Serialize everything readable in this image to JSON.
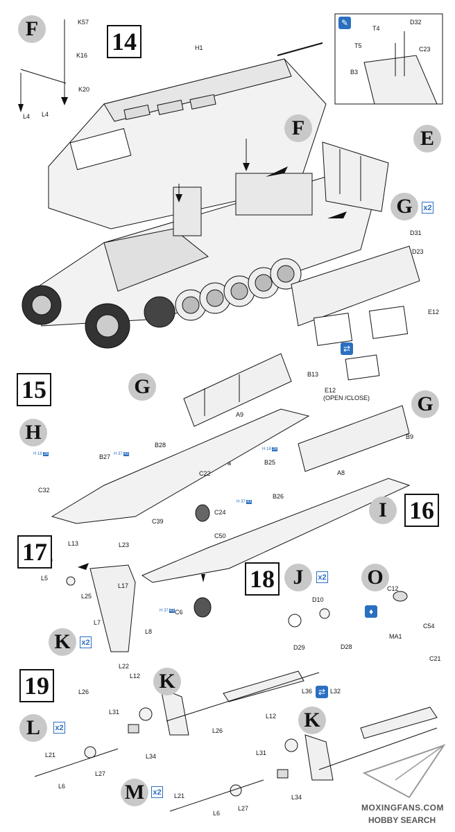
{
  "steps": {
    "s14": "14",
    "s15": "15",
    "s16": "16",
    "s17": "17",
    "s18": "18",
    "s19": "19"
  },
  "subassemblies": {
    "F1": "F",
    "E": "E",
    "G1": "G",
    "F2": "F",
    "G2": "G",
    "G3": "G",
    "H": "H",
    "I": "I",
    "J": "J",
    "O": "O",
    "K1": "K",
    "K2": "K",
    "K3": "K",
    "L": "L",
    "M": "M"
  },
  "multipliers": {
    "G1": "x2",
    "J": "x2",
    "K1": "x2",
    "L": "x2",
    "M": "x2"
  },
  "step14_labels": {
    "K57": "K57",
    "K16": "K16",
    "K20": "K20",
    "L4a": "L4",
    "L4b": "L4",
    "H1": "H1",
    "T4": "T4",
    "D32": "D32",
    "T5": "T5",
    "C23": "C23",
    "B3": "B3",
    "D31": "D31",
    "D23": "D23",
    "E12a": "E12",
    "E12b": "E12",
    "E12_note": "(OPEN /CLOSE)"
  },
  "step15_labels": {
    "B13": "B13",
    "A9": "A9",
    "B28": "B28",
    "B27": "B27",
    "C32": "C32",
    "C22": "C22",
    "a": "a",
    "C39": "C39",
    "C24": "C24",
    "C50": "C50",
    "C6": "C6"
  },
  "step16_labels": {
    "B9": "B9",
    "B25": "B25",
    "A8": "A8",
    "B26": "B26"
  },
  "step17_labels": {
    "L13": "L13",
    "L23": "L23",
    "L5": "L5",
    "L25": "L25",
    "L17": "L17",
    "L7": "L7",
    "L8": "L8",
    "L22": "L22"
  },
  "step18_labels": {
    "D10": "D10",
    "D29": "D29",
    "D28": "D28",
    "C12": "C12",
    "C54": "C54",
    "MA1": "MA1",
    "C21": "C21"
  },
  "step19_labels": {
    "L12a": "L12",
    "L26a": "L26",
    "L36": "L36",
    "L32": "L32",
    "L31a": "L31",
    "L34a": "L34",
    "L21a": "L21",
    "L27a": "L27",
    "L6a": "L6",
    "L12b": "L12",
    "L26b": "L26",
    "L31b": "L31",
    "L34b": "L34",
    "L21b": "L21",
    "L27b": "L27",
    "L6b": "L6"
  },
  "refs": {
    "r1_a": "H",
    "r1_b": "18",
    "r1_c": "28",
    "r2_a": "H",
    "r2_b": "37",
    "r2_c": "43",
    "r3_a": "H",
    "r3_b": "18",
    "r3_c": "28",
    "r4_a": "H",
    "r4_b": "37",
    "r4_c": "43",
    "r5_a": "H",
    "r5_b": "37",
    "r5_c": "43"
  },
  "watermark": {
    "line1": "MOXINGFANS.COM",
    "line2": "HOBBY SEARCH"
  },
  "colors": {
    "ink": "#111111",
    "hull": "#f2f2f2",
    "circle": "#c8c8c8",
    "accent_blue": "#2a6fc0"
  }
}
